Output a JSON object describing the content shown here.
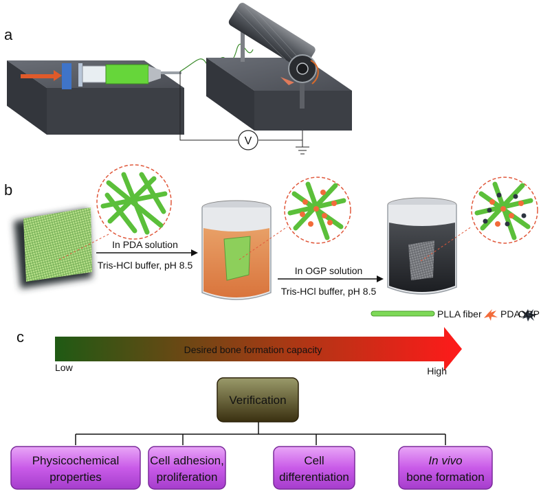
{
  "panels": {
    "a": "a",
    "b": "b",
    "c": "c"
  },
  "panel_a": {
    "voltmeter_symbol": "V"
  },
  "panel_b": {
    "step1_line1": "In PDA solution",
    "step1_line2": "Tris-HCl buffer, pH 8.5",
    "step2_line1": "In OGP solution",
    "step2_line2": "Tris-HCl buffer, pH 8.5",
    "legend": {
      "plla": "PLLA fiber",
      "pda": "PDA",
      "ogp": "OGP"
    },
    "colors": {
      "fiber": "#7ed957",
      "pda": "#f26b3a",
      "ogp": "#2c3440",
      "dash": "#e0573a"
    }
  },
  "panel_c": {
    "arrow_label": "Desired bone formation capacity",
    "low": "Low",
    "high": "High",
    "root": "Verification",
    "leaves": [
      {
        "line1": "Physicochemical",
        "line2": "properties",
        "italic1": false
      },
      {
        "line1": "Cell adhesion,",
        "line2": "proliferation",
        "italic1": false
      },
      {
        "line1": "Cell",
        "line2": "differentiation",
        "italic1": false
      },
      {
        "line1": "In vivo",
        "line2": "bone formation",
        "italic1": true
      }
    ],
    "colors": {
      "arrow_start": "#1f5a14",
      "arrow_end": "#ff1a1a",
      "root_top": "#8a8a5a",
      "root_bottom": "#3a3010",
      "leaf": "#cc66ee"
    }
  }
}
